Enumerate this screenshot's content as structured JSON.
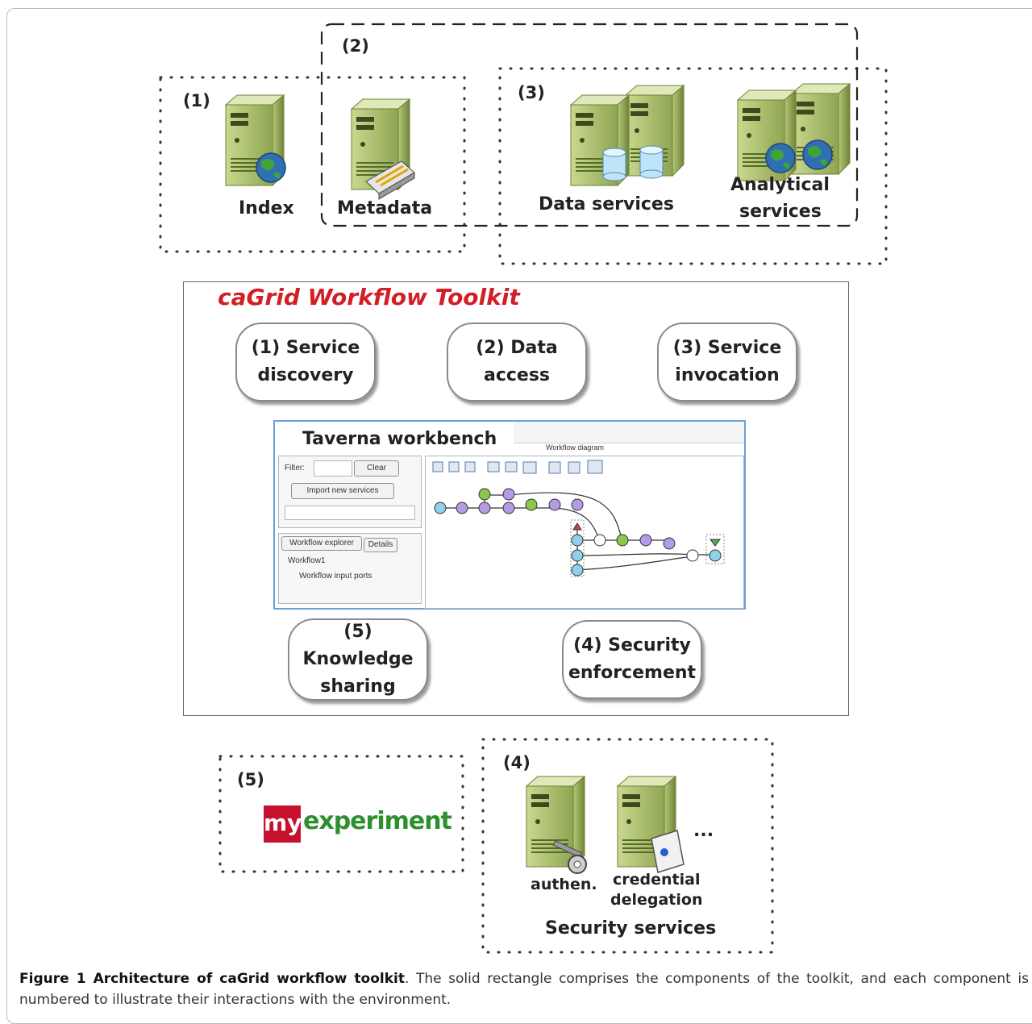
{
  "environment": {
    "group1": {
      "number": "(1)",
      "label": "Index"
    },
    "group2": {
      "number": "(2)",
      "label": "Metadata"
    },
    "group3": {
      "number": "(3)",
      "data_label": "Data services",
      "analytical_label_1": "Analytical",
      "analytical_label_2": "services"
    },
    "group4": {
      "number": "(4)",
      "authen_label": "authen.",
      "credential_label_1": "credential",
      "credential_label_2": "delegation",
      "ellipsis": "...",
      "title": "Security services"
    },
    "group5": {
      "number": "(5)",
      "logo_my": "my",
      "logo_experiment": "experiment"
    }
  },
  "toolkit": {
    "title": "caGrid Workflow Toolkit",
    "components": [
      {
        "label": "(1) Service\ndiscovery"
      },
      {
        "label": "(2) Data\naccess"
      },
      {
        "label": "(3) Service\ninvocation"
      },
      {
        "label": "(5)\nKnowledge\nsharing"
      },
      {
        "label": "(4) Security\nenforcement"
      }
    ],
    "taverna": {
      "title": "Taverna workbench",
      "diagram_title": "Workflow diagram",
      "filter_label": "Filter:",
      "clear_button": "Clear",
      "import_button": "Import new services",
      "explorer_tab": "Workflow explorer",
      "details_tab": "Details",
      "tree_item_1": "Workflow1",
      "tree_item_2": "Workflow input ports"
    }
  },
  "caption": {
    "bold": "Figure 1 Architecture of caGrid workflow toolkit",
    "text": ". The solid rectangle comprises the components of the toolkit, and each component is numbered to illustrate their interactions with the environment."
  },
  "colors": {
    "title_red": "#d21e25",
    "server_green": "#a9bd6e",
    "node_purple": "#b49be6",
    "node_green": "#8ac74a",
    "node_blue": "#8fd0ea"
  }
}
